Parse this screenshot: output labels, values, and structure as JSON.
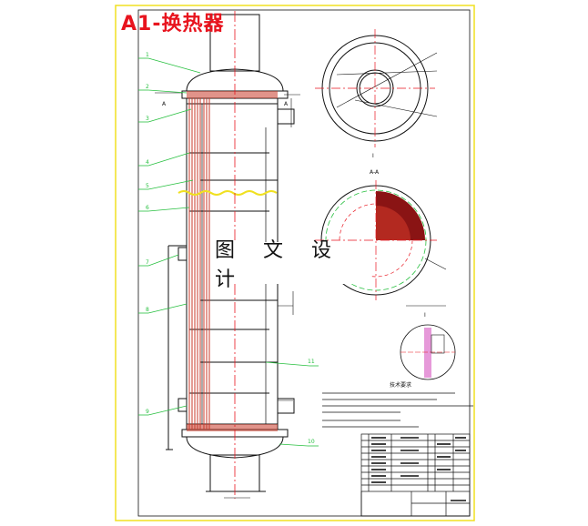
{
  "title": "A1-换热器",
  "watermark": "图 文 设 计",
  "part_labels": [
    "1",
    "2",
    "3",
    "4",
    "5",
    "6",
    "7",
    "8",
    "9",
    "10",
    "11"
  ],
  "view_labels": {
    "top_view_symbol": "I",
    "section_label": "A-A",
    "detail_label": "I"
  },
  "dimension_marks": [
    "A",
    "A"
  ],
  "notes_heading": "技术要求",
  "colors": {
    "frame": "#f0e020",
    "part_leader": "#28c040",
    "centerline": "#e8141e",
    "tube": "#c83a2a",
    "title": "#e8141e"
  }
}
